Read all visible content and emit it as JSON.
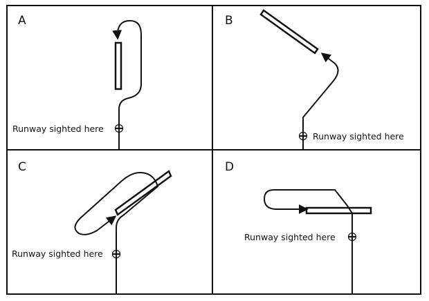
{
  "panels": [
    {
      "letter": "A",
      "label": "Runway sighted here"
    },
    {
      "letter": "B",
      "label": "Runway sighted here"
    },
    {
      "letter": "C",
      "label": "Runway sighted here"
    },
    {
      "letter": "D",
      "label": "Runway sighted here"
    }
  ],
  "icons": {
    "sighting_marker": "cross-circle-icon"
  }
}
